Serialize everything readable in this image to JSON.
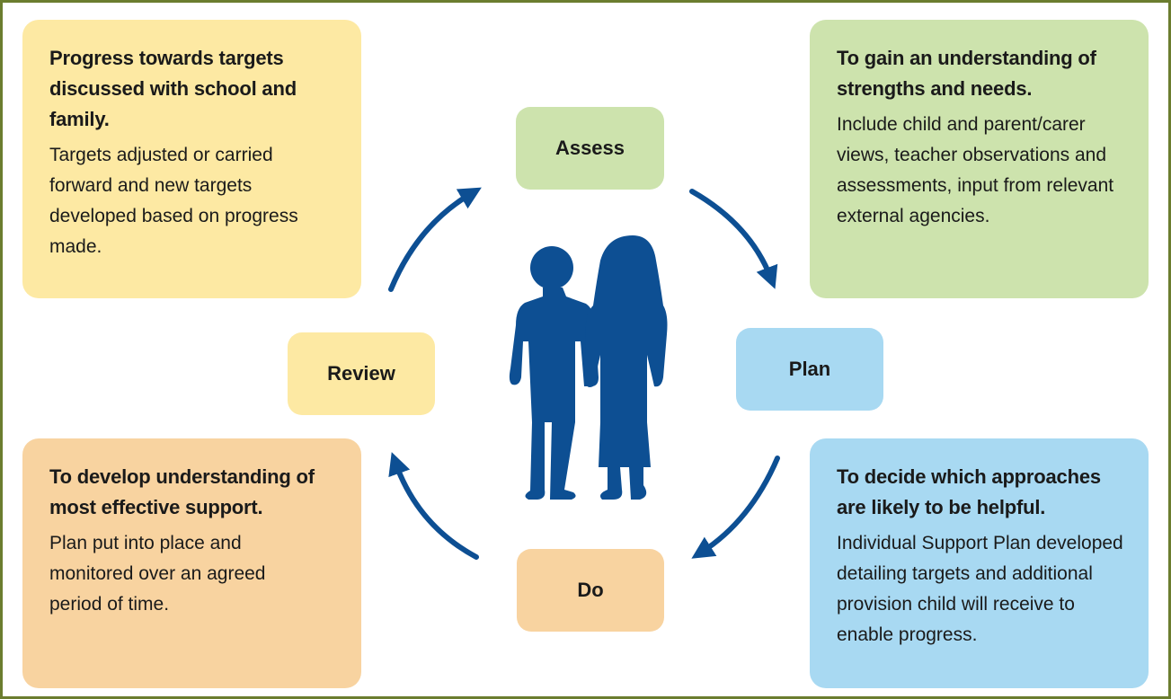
{
  "cycle": {
    "assess": "Assess",
    "plan": "Plan",
    "do": "Do",
    "review": "Review"
  },
  "cards": {
    "review": {
      "heading": "Progress towards targets discussed with school and family.",
      "body": "Targets adjusted or carried forward and new targets developed based on progress made."
    },
    "assess": {
      "heading": "To gain an understanding of strengths and needs.",
      "body": "Include child and parent/carer views, teacher observations and assessments, input from relevant external agencies."
    },
    "do": {
      "heading": "To develop understanding of most effective support.",
      "body": "Plan put into place and monitored over an agreed period of time."
    },
    "plan": {
      "heading": "To decide which approaches are likely to be helpful.",
      "body": "Individual Support Plan developed detailing targets and additional provision child will receive to enable progress."
    }
  },
  "colors": {
    "frame": "#6b7d2f",
    "arrow": "#0d4f93",
    "silhouette": "#0d4f93",
    "yellow": "#fde9a3",
    "green": "#cde3ad",
    "orange": "#f8d3a0",
    "blue": "#a8d9f2"
  },
  "icons": {
    "center": "children-silhouette-icon"
  }
}
